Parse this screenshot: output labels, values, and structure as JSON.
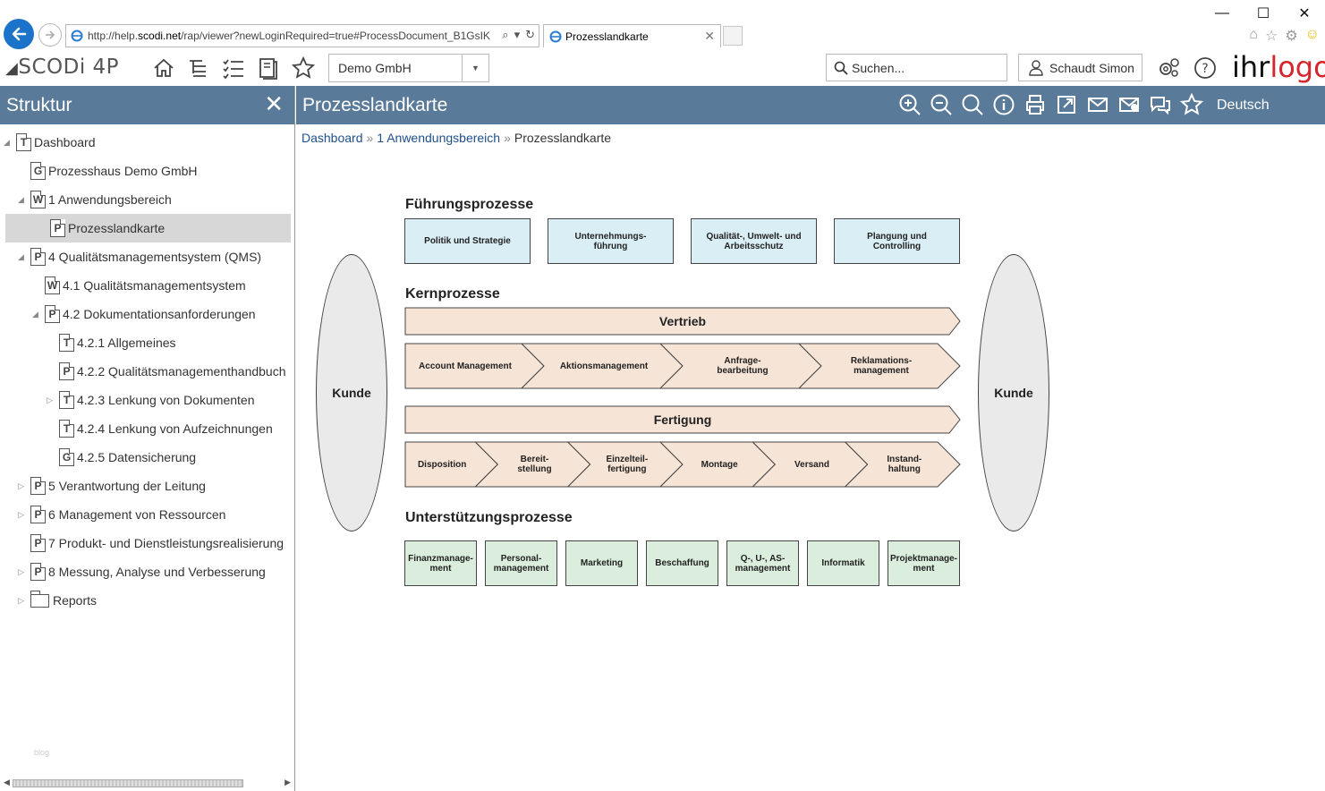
{
  "browser": {
    "url_prefix": "http://help.",
    "url_domain": "scodi.net",
    "url_rest": "/rap/viewer?newLoginRequired=true#ProcessDocument_B1GsIK",
    "tab_title": "Prozesslandkarte",
    "win_minimize": "—",
    "win_maximize": "☐",
    "win_close": "✕",
    "tab_close": "✕"
  },
  "app": {
    "logo": "SCODi 4P",
    "org_select": "Demo GmbH",
    "search_placeholder": "Suchen...",
    "user": "Schaudt Simon",
    "brand_black": "ihr",
    "brand_red": "logo"
  },
  "sidebar": {
    "title": "Struktur",
    "close": "✕",
    "footer": "blog",
    "items": [
      {
        "label": "Dashboard",
        "icon": "T",
        "toggle": "◢"
      },
      {
        "label": "Prozesshaus Demo GmbH",
        "icon": "G",
        "toggle": ""
      },
      {
        "label": "1 Anwendungsbereich",
        "icon": "W",
        "toggle": "◢"
      },
      {
        "label": "Prozesslandkarte",
        "icon": "P",
        "toggle": ""
      },
      {
        "label": "4 Qualitätsmanagementsystem (QMS)",
        "icon": "P",
        "toggle": "◢"
      },
      {
        "label": "4.1 Qualitätsmanagementsystem",
        "icon": "W",
        "toggle": ""
      },
      {
        "label": "4.2 Dokumentationsanforderungen",
        "icon": "P",
        "toggle": "◢"
      },
      {
        "label": "4.2.1 Allgemeines",
        "icon": "T",
        "toggle": ""
      },
      {
        "label": "4.2.2 Qualitätsmanagementhandbuch",
        "icon": "P",
        "toggle": ""
      },
      {
        "label": "4.2.3 Lenkung von Dokumenten",
        "icon": "T",
        "toggle": "▷"
      },
      {
        "label": "4.2.4 Lenkung von Aufzeichnungen",
        "icon": "T",
        "toggle": ""
      },
      {
        "label": "4.2.5 Datensicherung",
        "icon": "G",
        "toggle": ""
      },
      {
        "label": "5 Verantwortung der Leitung",
        "icon": "P",
        "toggle": "▷"
      },
      {
        "label": "6 Management von Ressourcen",
        "icon": "P",
        "toggle": "▷"
      },
      {
        "label": "7 Produkt- und Dienstleistungsrealisierung",
        "icon": "P",
        "toggle": ""
      },
      {
        "label": "8 Messung, Analyse und Verbesserung",
        "icon": "P",
        "toggle": "▷"
      },
      {
        "label": "Reports",
        "icon": "folder",
        "toggle": "▷"
      }
    ]
  },
  "content": {
    "title": "Prozesslandkarte",
    "language": "Deutsch",
    "breadcrumb": [
      "Dashboard",
      "1 Anwendungsbereich",
      "Prozesslandkarte"
    ],
    "breadcrumb_sep": "»"
  },
  "map": {
    "customer_left": "Kunde",
    "customer_right": "Kunde",
    "management": {
      "title": "Führungsprozesse",
      "boxes": [
        "Politik und Strategie",
        "Unternehmungs-\nführung",
        "Qualität-, Umwelt- und\nArbeitsschutz",
        "Plangung und\nControlling"
      ]
    },
    "core": {
      "title": "Kernprozesse",
      "sales_bar": "Vertrieb",
      "sales_steps": [
        "Account Management",
        "Aktionsmanagement",
        "Anfrage-\nbearbeitung",
        "Reklamations-\nmanagement"
      ],
      "production_bar": "Fertigung",
      "production_steps": [
        "Disposition",
        "Bereit-\nstellung",
        "Einzelteil-\nfertigung",
        "Montage",
        "Versand",
        "Instand-\nhaltung"
      ]
    },
    "support": {
      "title": "Unterstützungsprozesse",
      "boxes": [
        "Finanzmanage-\nment",
        "Personal-\nmanagement",
        "Marketing",
        "Beschaffung",
        "Q-, U-, AS-\nmanagement",
        "Informatik",
        "Projektmanage-\nment"
      ]
    },
    "colors": {
      "management_fill": "#d9eef5",
      "core_fill": "#f6e4d6",
      "support_fill": "#dbeedd",
      "header_bar": "#5a7a99"
    }
  }
}
